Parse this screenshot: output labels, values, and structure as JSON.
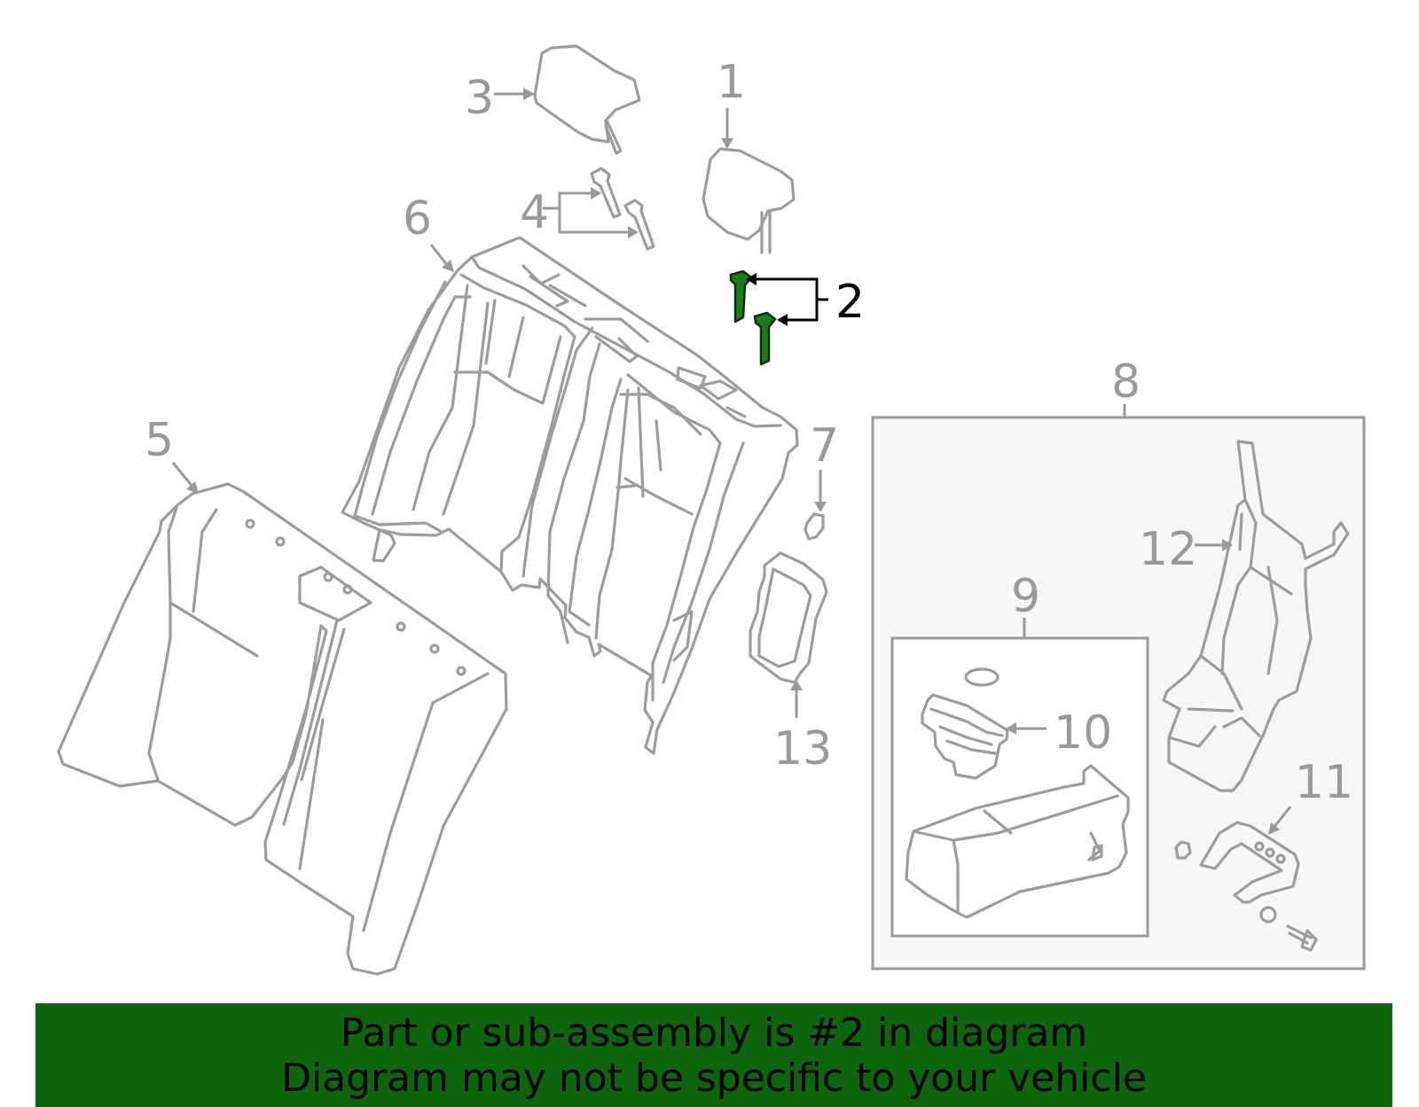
{
  "callouts": {
    "c1": "1",
    "c2": "2",
    "c3": "3",
    "c4": "4",
    "c5": "5",
    "c6": "6",
    "c7": "7",
    "c8": "8",
    "c9": "9",
    "c10": "10",
    "c11": "11",
    "c12": "12",
    "c13": "13"
  },
  "highlighted_part": "2",
  "banner": {
    "line1": "Part or sub-assembly is #2 in diagram",
    "line2": "Diagram may not be specific to your vehicle"
  },
  "colors": {
    "line_gray": "#9c9c9c",
    "highlight_green": "#1a7d1a",
    "banner_green": "#0f6410",
    "box_fill": "#f7f7f7"
  }
}
